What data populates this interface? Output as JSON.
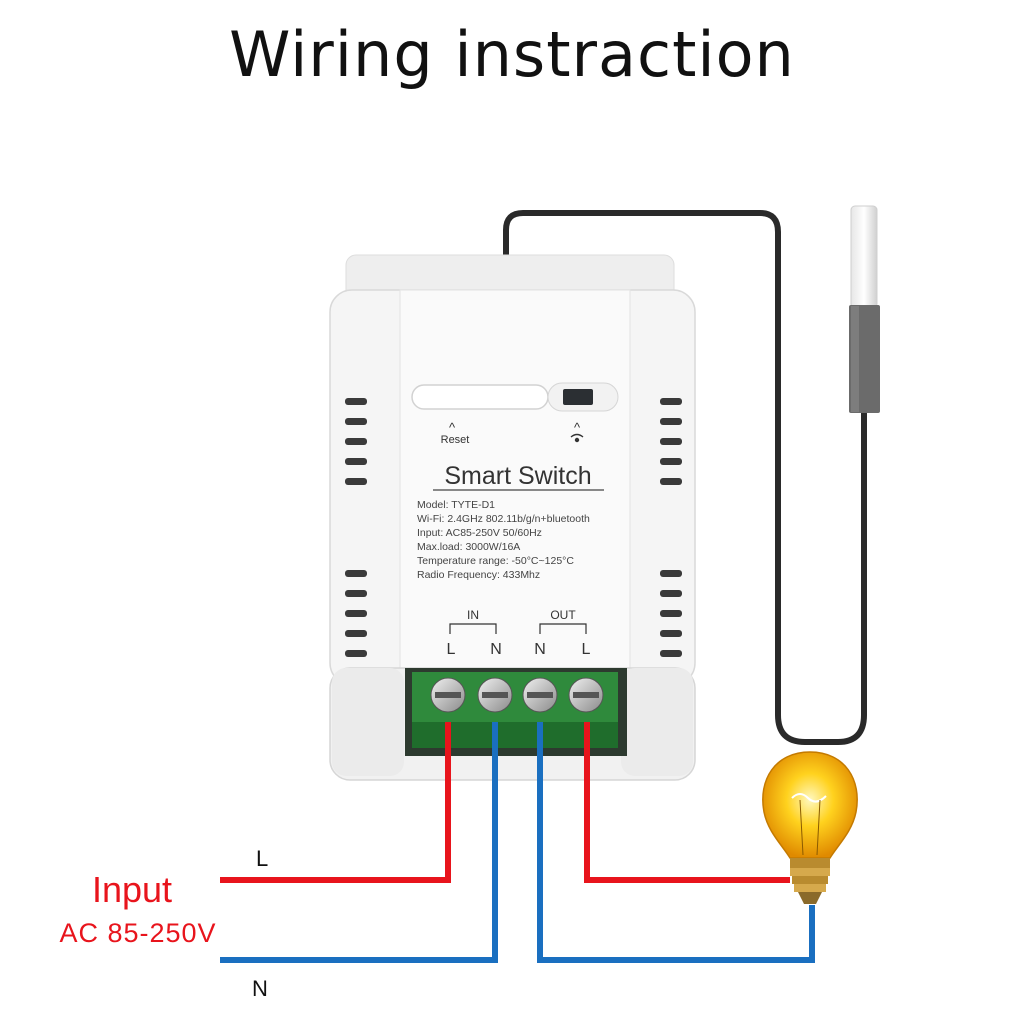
{
  "title": "Wiring instraction",
  "device": {
    "name": "Smart Switch",
    "reset_label": "Reset",
    "specs": [
      "Model: TYTE-D1",
      "Wi-Fi: 2.4GHz 802.11b/g/n+bluetooth",
      "Input: AC85-250V 50/60Hz",
      "Max.load: 3000W/16A",
      "Temperature range: -50°C~125°C",
      "Radio Frequency: 433Mhz"
    ],
    "in_label": "IN",
    "out_label": "OUT",
    "terminals": [
      "L",
      "N",
      "N",
      "L"
    ]
  },
  "input": {
    "label": "Input",
    "voltage": "AC 85-250V",
    "line_label": "L",
    "neutral_label": "N"
  },
  "colors": {
    "live_wire": "#e8141c",
    "neutral_wire": "#1a6fc0",
    "input_text": "#e8141c",
    "terminal_block": "#2f8a3c",
    "housing": "#f4f4f4"
  }
}
